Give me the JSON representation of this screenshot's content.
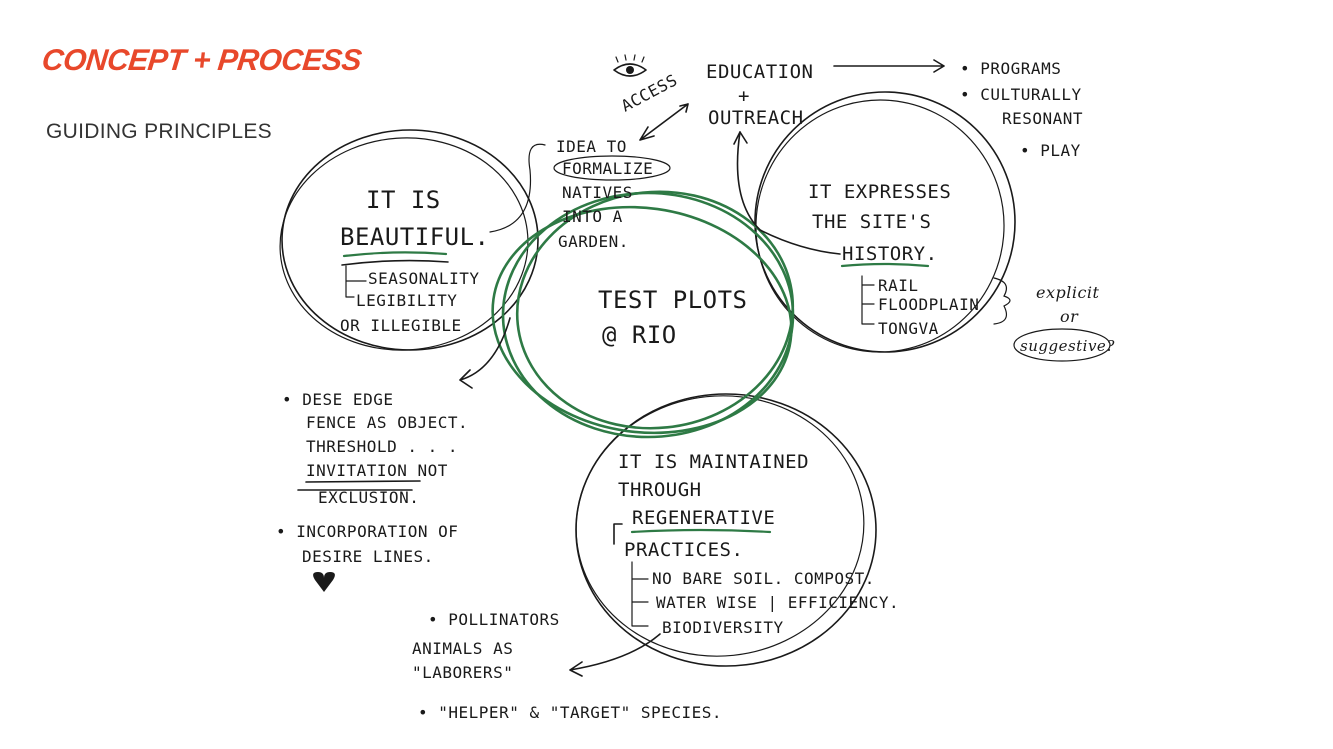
{
  "header": {
    "title": "CONCEPT + PROCESS",
    "subtitle": "GUIDING PRINCIPLES"
  },
  "colors": {
    "title": "#e8482b",
    "ink": "#1a1a1a",
    "green_circle": "#2e7a45"
  },
  "sketch": {
    "center": {
      "line1": "TEST PLOTS",
      "line2": "@ RIO"
    },
    "beautiful": {
      "line1": "IT IS",
      "line2": "BEAUTIFUL.",
      "items": [
        "SEASONALITY",
        "LEGIBILITY",
        "OR ILLEGIBLE"
      ]
    },
    "idea": [
      "IDEA TO",
      "FORMALIZE",
      "NATIVES",
      "INTO A",
      "GARDEN."
    ],
    "access": {
      "label": "ACCESS",
      "education": "EDUCATION",
      "plus": "+",
      "outreach": "OUTREACH",
      "programs": [
        "• PROGRAMS",
        "• CULTURALLY",
        "RESONANT",
        "• PLAY"
      ]
    },
    "history": {
      "line1": "IT EXPRESSES",
      "line2": "THE SITE'S",
      "line3": "HISTORY.",
      "items": [
        "RAIL",
        "FLOODPLAIN",
        "TONGVA"
      ],
      "side": [
        "explicit",
        "or",
        "suggestive?"
      ]
    },
    "edge": {
      "lines": [
        "• DESE EDGE",
        "FENCE AS OBJECT.",
        "THRESHOLD . . .",
        "INVITATION NOT",
        "EXCLUSION."
      ],
      "desire": [
        "• INCORPORATION OF",
        "DESIRE LINES."
      ]
    },
    "maintained": {
      "lines": [
        "IT IS MAINTAINED",
        "THROUGH",
        "REGENERATIVE",
        "PRACTICES."
      ],
      "items": [
        "NO BARE SOIL. COMPOST.",
        "WATER WISE | EFFICIENCY.",
        "BIODIVERSITY"
      ]
    },
    "animals": {
      "lines": [
        "• POLLINATORS",
        "ANIMALS AS",
        "\"LABORERS\""
      ],
      "species": "• \"HELPER\" & \"TARGET\" SPECIES."
    }
  }
}
